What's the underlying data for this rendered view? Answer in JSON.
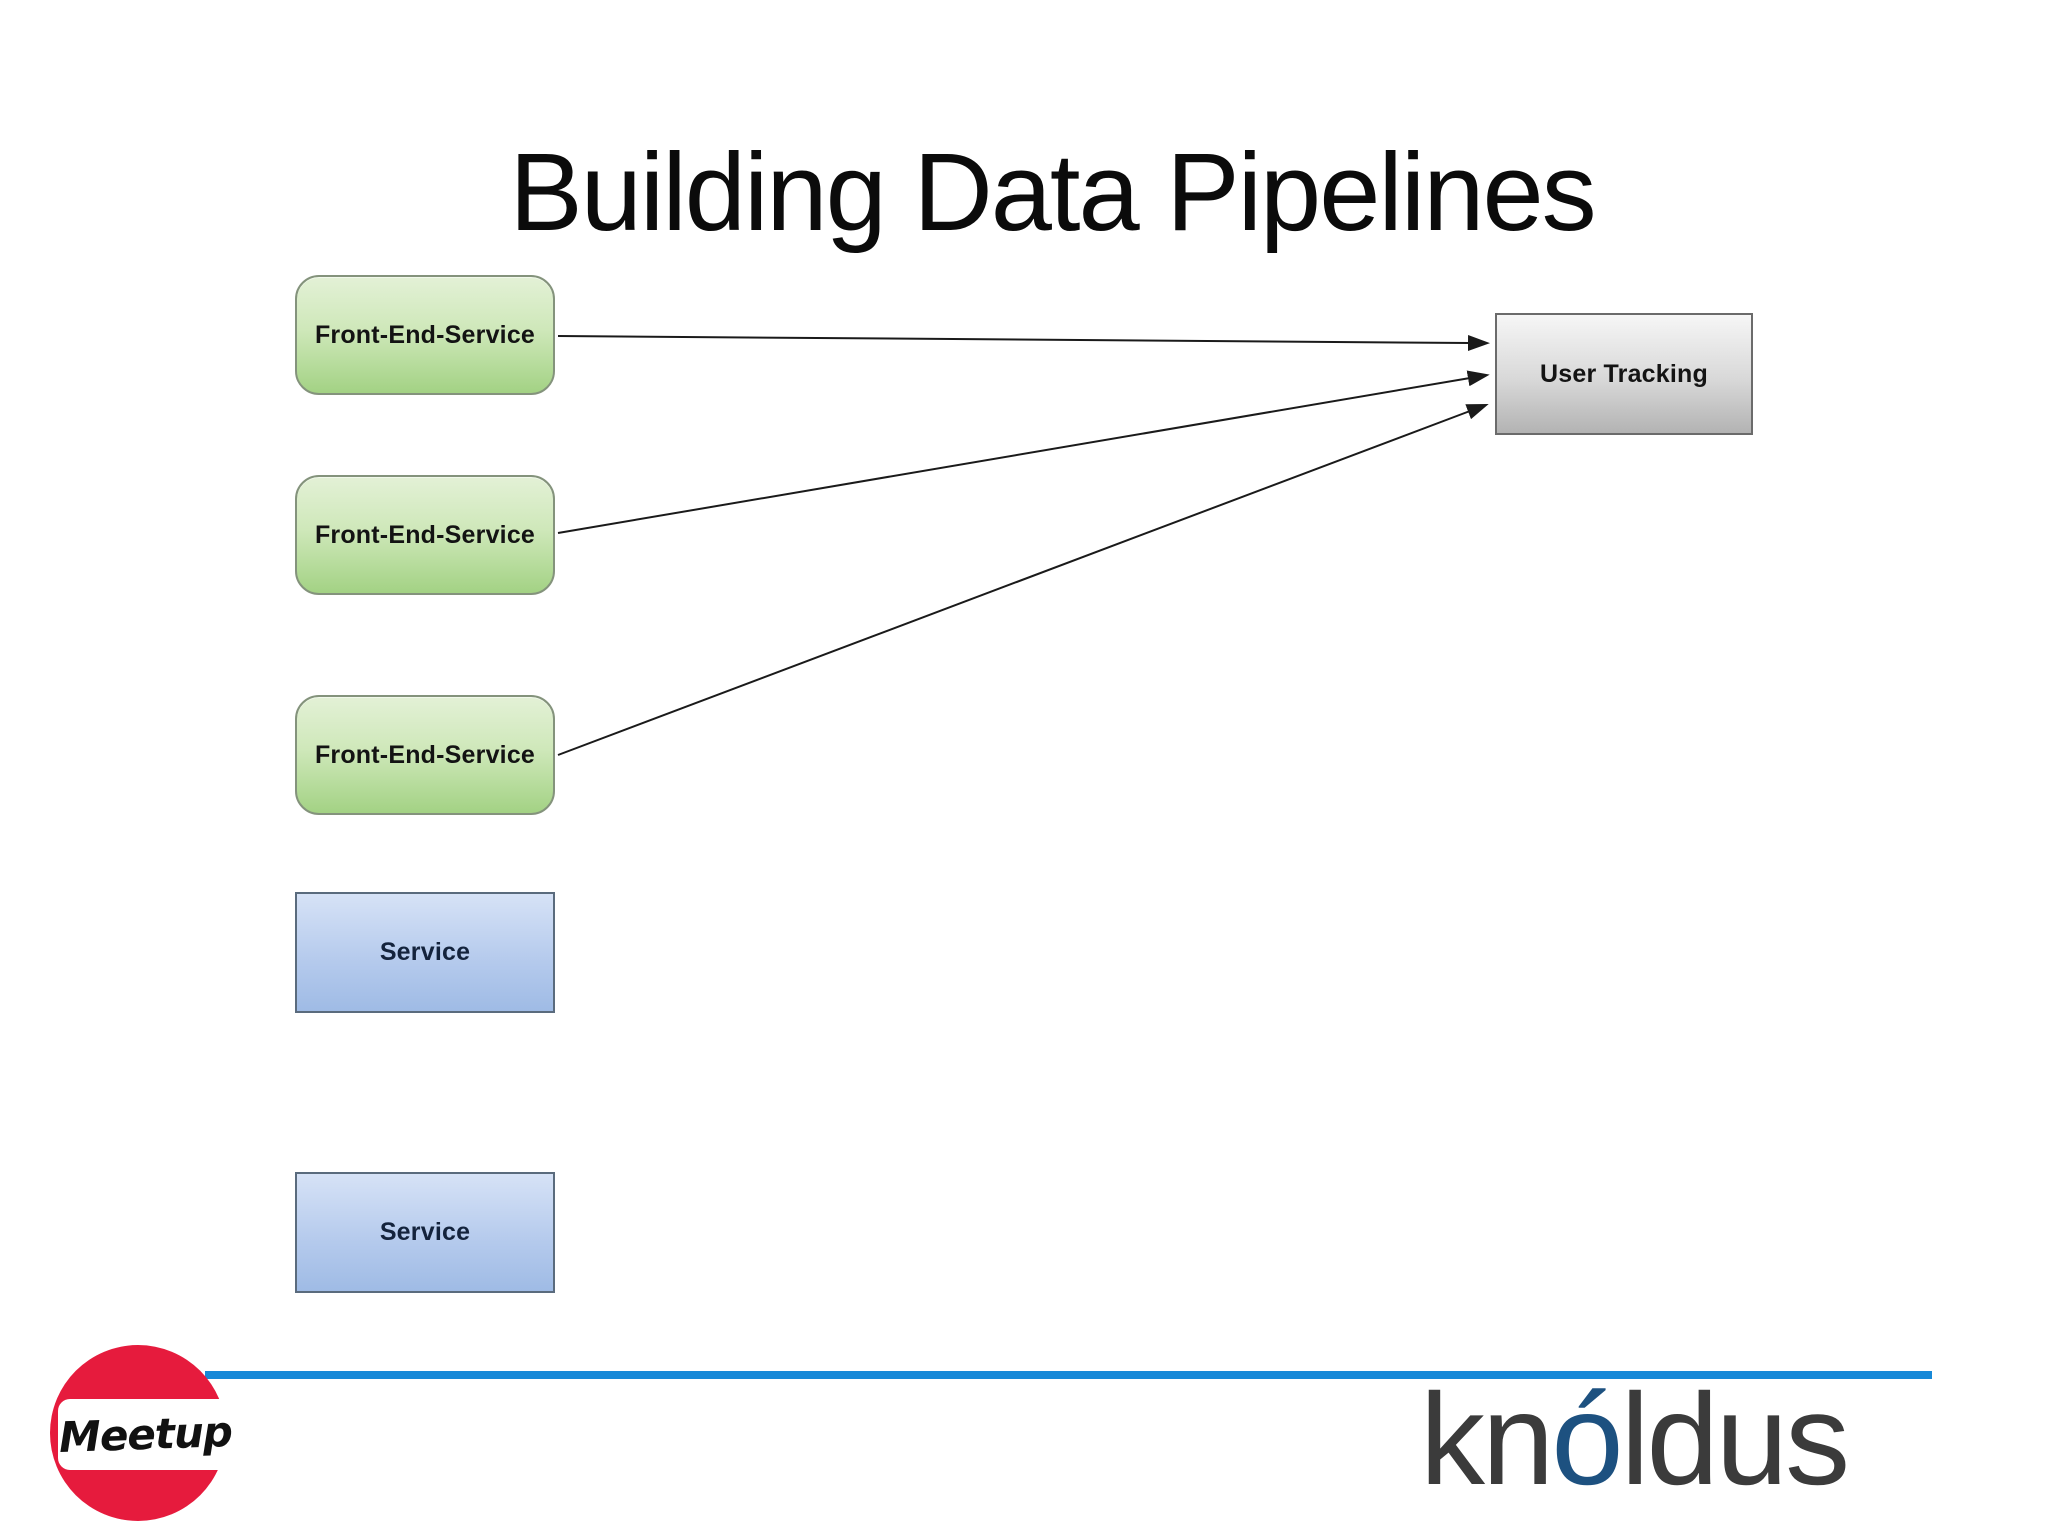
{
  "slide": {
    "title": "Building Data Pipelines",
    "background_color": "#ffffff"
  },
  "diagram": {
    "nodes": [
      {
        "label": "Front-End-Service",
        "type": "front-end-service"
      },
      {
        "label": "Front-End-Service",
        "type": "front-end-service"
      },
      {
        "label": "Front-End-Service",
        "type": "front-end-service"
      },
      {
        "label": "Service",
        "type": "service"
      },
      {
        "label": "Service",
        "type": "service"
      },
      {
        "label": "User Tracking",
        "type": "user-tracking"
      }
    ],
    "edges": [
      {
        "from_node": 0,
        "to_node": 5
      },
      {
        "from_node": 1,
        "to_node": 5
      },
      {
        "from_node": 2,
        "to_node": 5
      }
    ],
    "colors": {
      "frontend_fill_top": "#e3f1d6",
      "frontend_fill_bottom": "#a3d284",
      "frontend_border": "#84937c",
      "service_fill_top": "#d6e2f6",
      "service_fill_bottom": "#9fbbe5",
      "service_border": "#5a6b7d",
      "sink_fill_top": "#f6f6f6",
      "sink_fill_bottom": "#b3b3b3",
      "sink_border": "#6b6b6b",
      "arrow": "#1a1a1a"
    }
  },
  "footer": {
    "divider_color": "#1789d8",
    "meetup": {
      "text": "Meetup",
      "circle_color": "#e61b3d",
      "band_color": "#ffffff",
      "text_color": "#111111"
    },
    "brand": {
      "pre": "kn",
      "accent": "ó",
      "post": "ldus",
      "text_color": "#3b3b3b",
      "accent_color": "#1d5180"
    }
  }
}
